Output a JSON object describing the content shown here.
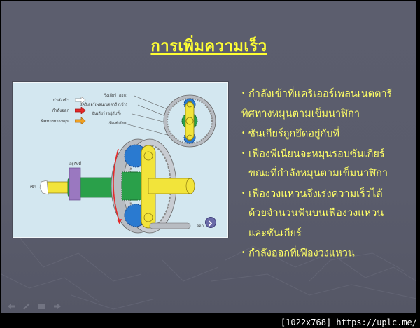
{
  "slide": {
    "title": "การเพิ่มความเร็ว",
    "bullets": [
      {
        "text": "กำลังเข้าที่แคริเออร์เพลนเนตตารี",
        "bullet": true
      },
      {
        "text": "ทิศทางหมุนตามเข็มนาฬิกา",
        "bullet": false
      },
      {
        "text": "ซันเกียร์ถูกยึดอยู่กับที่",
        "bullet": true
      },
      {
        "text": "เฟืองพีเนียนจะหมุนรอบซันเกียร์",
        "bullet": true
      },
      {
        "text": "ขณะที่กำลังหมุนตามเข็มนาฬิกา",
        "bullet": false
      },
      {
        "text": "เฟืองวงแหวนจึงเร่งความเร็วได้",
        "bullet": true
      },
      {
        "text": "ด้วยจำนวนฟันบนเฟืองวงแหวน",
        "bullet": false
      },
      {
        "text": "และซันเกียร์",
        "bullet": false
      },
      {
        "text": "กำลังออกที่เฟืองวงแหวน",
        "bullet": true
      }
    ],
    "bullet_char": "•"
  },
  "diagram": {
    "legend": [
      {
        "label": "กำลังเข้า",
        "color": "#ffffff"
      },
      {
        "label": "กำลังออก",
        "color": "#e52a2a"
      },
      {
        "label": "ทิศทางการหมุน",
        "color": "#f0a020"
      }
    ],
    "callouts": [
      "ริงเกียร์ (ออก)",
      "แคริเออร์เพลนเนตตารี (เข้า)",
      "ซันเกียร์ (อยู่กับที่)",
      "เฟืองพีเนียน"
    ],
    "labels": {
      "fixed": "อยู่กับที่",
      "input": "เข้า",
      "output": "ออก"
    },
    "colors": {
      "panel_bg": "#d3e7f0",
      "ring": "#b8bcc2",
      "sun": "#2aa04a",
      "carrier": "#f2e43a",
      "pinion": "#2a7ad0",
      "fixed_block": "#9a78c0",
      "arrow": "#e52a2a"
    }
  },
  "theme": {
    "title_color": "#ffff33",
    "text_color": "#ffff66",
    "bg": "#5b5d6d"
  },
  "footer": {
    "text": "[1022x768] https://uplc.me/"
  }
}
